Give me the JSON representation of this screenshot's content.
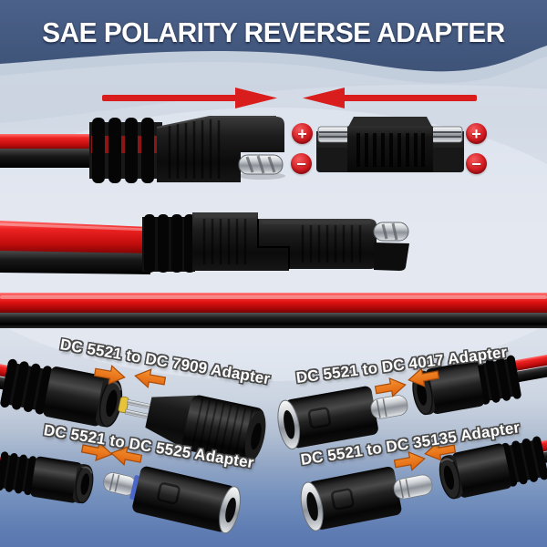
{
  "product_banner": {
    "title": "SAE POLARITY REVERSE ADAPTER"
  },
  "top_diagram": {
    "polarity_badges": [
      {
        "symbol": "+"
      },
      {
        "symbol": "−"
      },
      {
        "symbol": "+"
      },
      {
        "symbol": "−"
      }
    ]
  },
  "adapters": [
    {
      "label": "DC 5521 to DC 7909 Adapter"
    },
    {
      "label": "DC 5521 to DC 4017 Adapter"
    },
    {
      "label": "DC 5521 to DC 5525 Adapter"
    },
    {
      "label": "DC 5521 to DC 35135 Adapter"
    }
  ],
  "icons": {
    "arrow_right_red": "→",
    "arrow_left_red": "←",
    "arrow_right_orange": "→",
    "arrow_left_orange": "←",
    "plus_badge": "+",
    "minus_badge": "−"
  },
  "colors": {
    "banner_bg": "#44597b",
    "arrow_red": "#d91d1d",
    "badge_red": "#d11a20",
    "arrow_orange": "#ee7a1e",
    "cable_red": "#e21414",
    "connector_black": "#141414",
    "background_light": "#dde3ec",
    "background_bottom_blue": "#5a77b0"
  }
}
